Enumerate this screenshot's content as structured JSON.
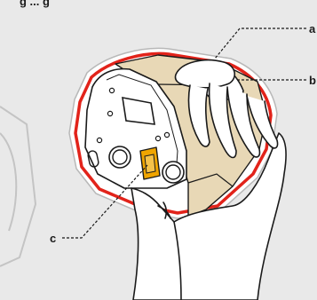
{
  "header": {
    "partial_text": "g ... g"
  },
  "callouts": {
    "a": "a",
    "b": "b",
    "c": "c"
  },
  "colors": {
    "background": "#e9e9e9",
    "outline_red": "#e2231a",
    "tan_panel": "#e8d8b6",
    "highlight_orange": "#f0a500",
    "line": "#1a1a1a",
    "white": "#ffffff"
  }
}
